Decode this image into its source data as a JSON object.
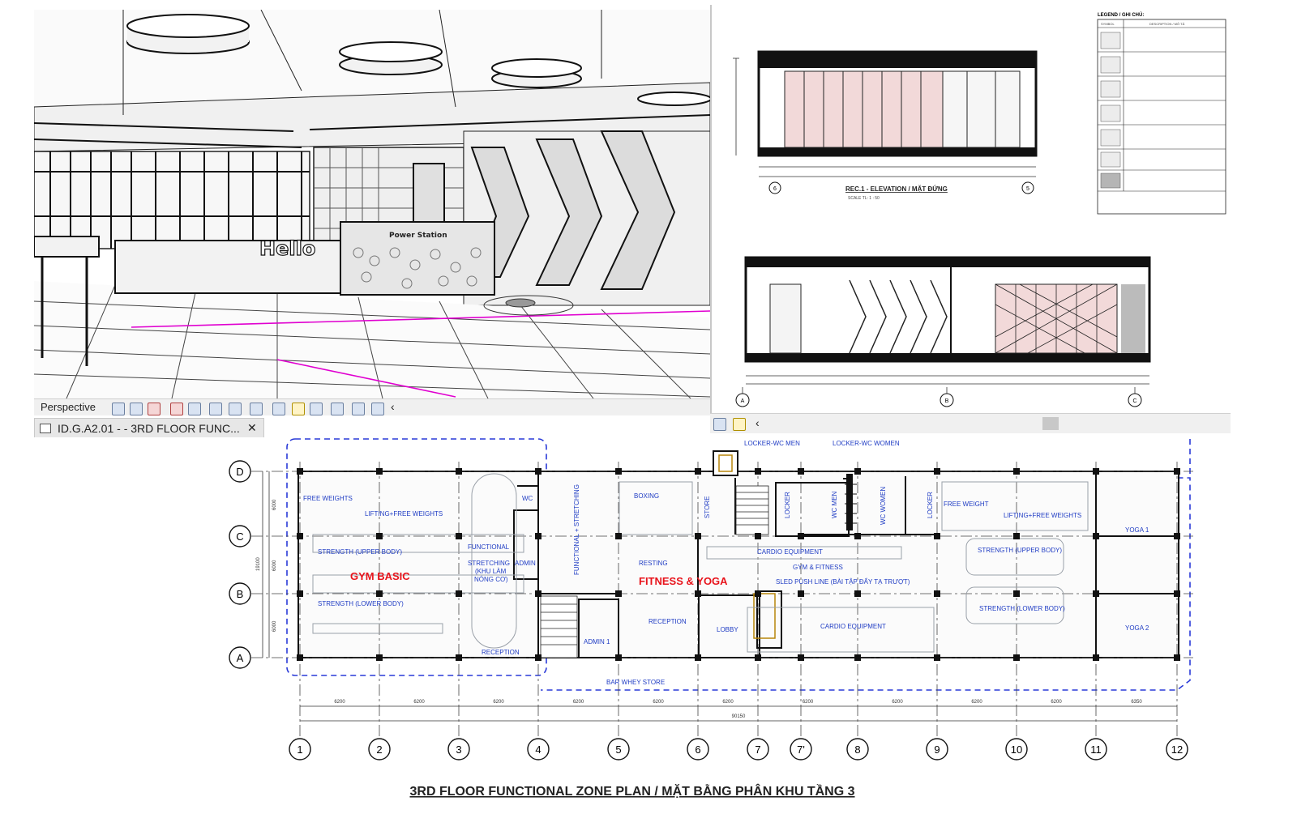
{
  "perspective_view": {
    "sign_text": "Hello",
    "desk_text": "Power Station",
    "controlbar_label": "Perspective",
    "controlbar_icons": [
      "visual-style-icon",
      "shadows-icon",
      "hide-isolate-icon",
      "reveal-icon",
      "crop-icon",
      "show-crop-icon",
      "unlock-icon",
      "temp-hide-icon",
      "analytics-icon",
      "worksharing-icon",
      "render-icon",
      "model-icon",
      "chevron-left-icon"
    ]
  },
  "elevation_sheet": {
    "legend_title": "LEGEND / GHI CHÚ:",
    "legend_header_symbol": "SYMBOL",
    "legend_header_desc": "DESCRIPTION / MÔ TẢ",
    "elev1_title": "REC.1 - ELEVATION / MẶT ĐỨNG",
    "elev1_scale": "SCALE TL: 1 : 50",
    "grid_top": [
      "6",
      "5"
    ],
    "grid_bottom": [
      "A",
      "B",
      "C"
    ],
    "controlbar_icons": [
      "analytics-icon",
      "worksharing-icon",
      "chevron-left-icon"
    ]
  },
  "doc_tab": {
    "title": "ID.G.A2.01 - - 3RD FLOOR FUNC...",
    "close": "✕"
  },
  "floor_plan": {
    "title": "3RD FLOOR FUNCTIONAL ZONE PLAN / MẶT BẰNG PHÂN KHU TẦNG 3",
    "row_grids": [
      "D",
      "C",
      "B",
      "A"
    ],
    "col_grids": [
      "1",
      "2",
      "3",
      "4",
      "5",
      "6",
      "7",
      "7'",
      "8",
      "9",
      "10",
      "11",
      "12"
    ],
    "dims_bottom": [
      "6200",
      "6200",
      "6200",
      "6200",
      "6200",
      "6200",
      "6200",
      "6200",
      "6200",
      "6200",
      "6350"
    ],
    "total_dim": "90150",
    "side_dims": [
      "6000",
      "6000",
      "6000"
    ],
    "side_total": "19100",
    "zones": {
      "gym_basic": "GYM BASIC",
      "fitness_yoga": "FITNESS & YOGA"
    },
    "colors": {
      "zone_red": "#e8131b",
      "label_blue": "#1f3cc4",
      "dash_blue": "#2a3ad8"
    },
    "labels": {
      "free_weights_l": "FREE WEIGHTS",
      "lifting_l": "LIFTING+FREE WEIGHTS",
      "strength_upper_l": "STRENGTH (UPPER BODY)",
      "strength_lower_l": "STRENGTH (LOWER BODY)",
      "functional_l": "FUNCTIONAL\nSTRETCHING\n(KHU LÀM\nNÓNG CƠ)",
      "wc": "WC",
      "admin": "ADMIN",
      "reception_l": "RECEPTION",
      "func_stretch": "FUNCTIONAL + STRETCHING",
      "boxing": "BOXING",
      "resting": "RESTING",
      "store": "STORE",
      "reception_c": "RECEPTION",
      "admin1": "ADMIN 1",
      "lobby": "LOBBY",
      "bar_whey": "BAR WHEY STORE",
      "locker_men": "LOCKER-WC MEN",
      "locker_women": "LOCKER-WC WOMEN",
      "locker": "LOCKER",
      "wc_men": "WC MEN",
      "wc_women": "WC WOMEN",
      "cardio1": "CARDIO EQUIPMENT",
      "gym_fitness": "GYM & FITNESS",
      "sled": "SLED PUSH LINE (BÀI TẬP ĐẨY TẠ TRƯỢT)",
      "cardio2": "CARDIO EQUIPMENT",
      "free_weights_r": "FREE WEIGHT",
      "lifting_r": "LIFTING+FREE WEIGHTS",
      "strength_upper_r": "STRENGTH (UPPER BODY)",
      "strength_lower_r": "STRENGTH (LOWER BODY)",
      "yoga1": "YOGA 1",
      "yoga2": "YOGA 2"
    }
  }
}
